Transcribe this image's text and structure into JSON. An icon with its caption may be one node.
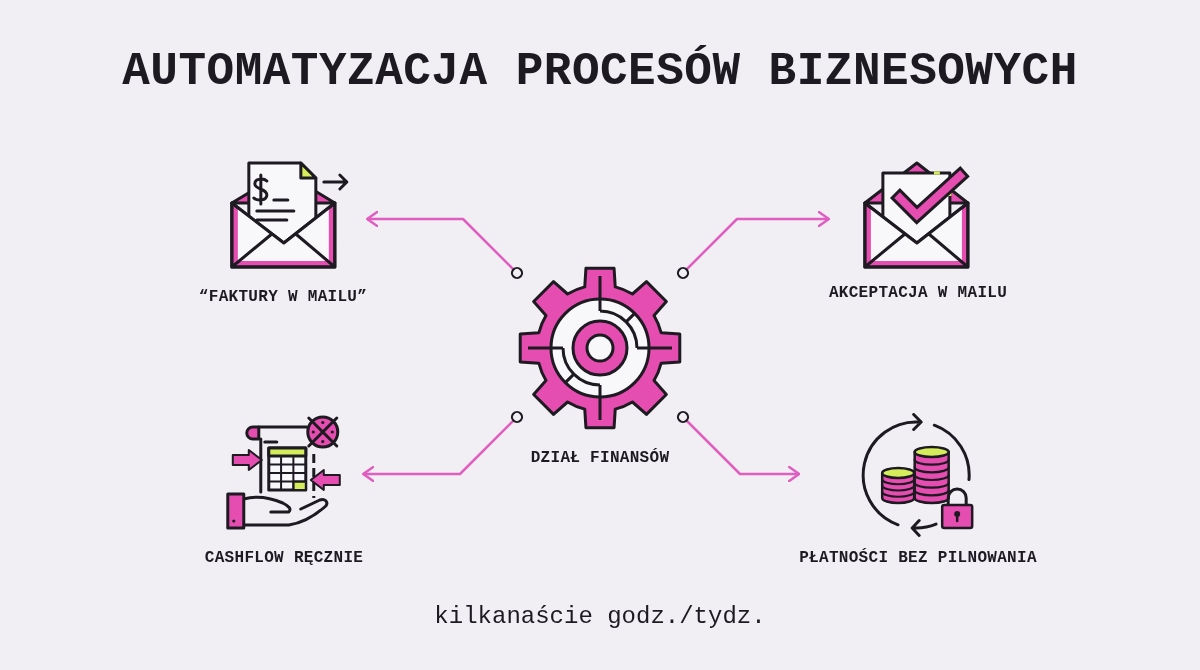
{
  "diagram": {
    "title": "AUTOMATYZACJA PROCESÓW BIZNESOWYCH",
    "caption": "kilkanaście godz./tydz.",
    "nodes": [
      {
        "text": [
          "“FAKTURY W MAILU”"
        ]
      },
      {
        "text": [
          "AKCEPTACJA W MAILU"
        ]
      },
      {
        "text": [
          "DZIAŁ FINANSÓW"
        ]
      },
      {
        "text": [
          "CASHFLOW RĘCZNIE"
        ]
      },
      {
        "text": [
          "PŁATNOŚCI BEZ PILNOWANIA"
        ]
      }
    ],
    "edges": [
      {
        "from": 2,
        "to": 0,
        "arrow": "to"
      },
      {
        "from": 2,
        "to": 1,
        "arrow": "to"
      },
      {
        "from": 2,
        "to": 3,
        "arrow": "to"
      },
      {
        "from": 2,
        "to": 4,
        "arrow": "to"
      }
    ]
  }
}
